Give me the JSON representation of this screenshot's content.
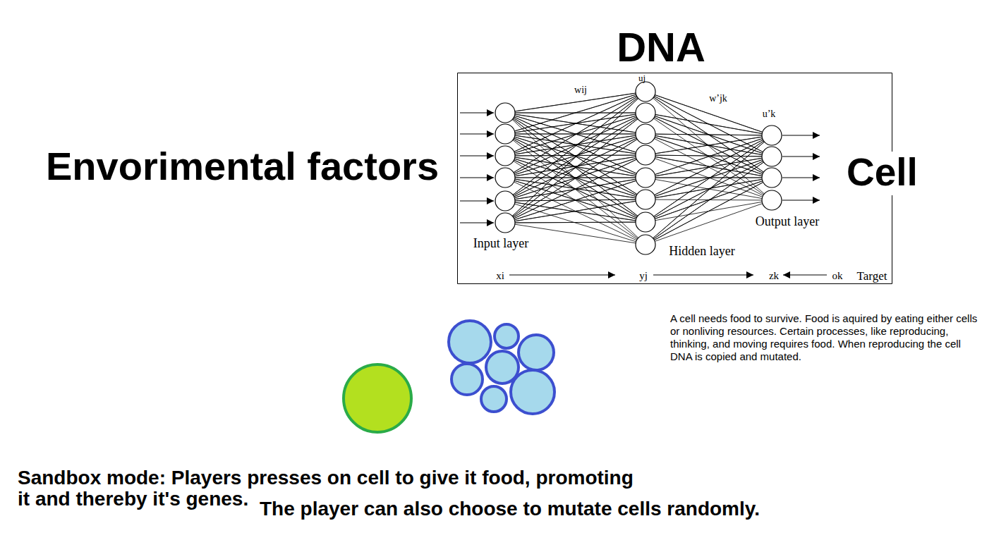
{
  "diagram": {
    "nodes": [
      {
        "text": [
          "DNA",
          "wij",
          "uj",
          "w’jk",
          "u’k",
          "Input layer",
          "Hidden layer",
          "Output layer",
          "xi",
          "yj",
          "zk",
          "ok",
          "Target"
        ]
      }
    ],
    "labels": [
      "Envorimental factors",
      "Cell",
      "A cell needs food to survive. Food is aquired by eating either cells or nonliving resources. Certain processes, like reproducing, thinking, and moving requires food. When reproducing the cell DNA is copied and mutated.",
      "Sandbox mode: Players presses on cell to give it food, promoting it and thereby it's genes.",
      "The player can also choose to mutate cells randomly."
    ]
  }
}
